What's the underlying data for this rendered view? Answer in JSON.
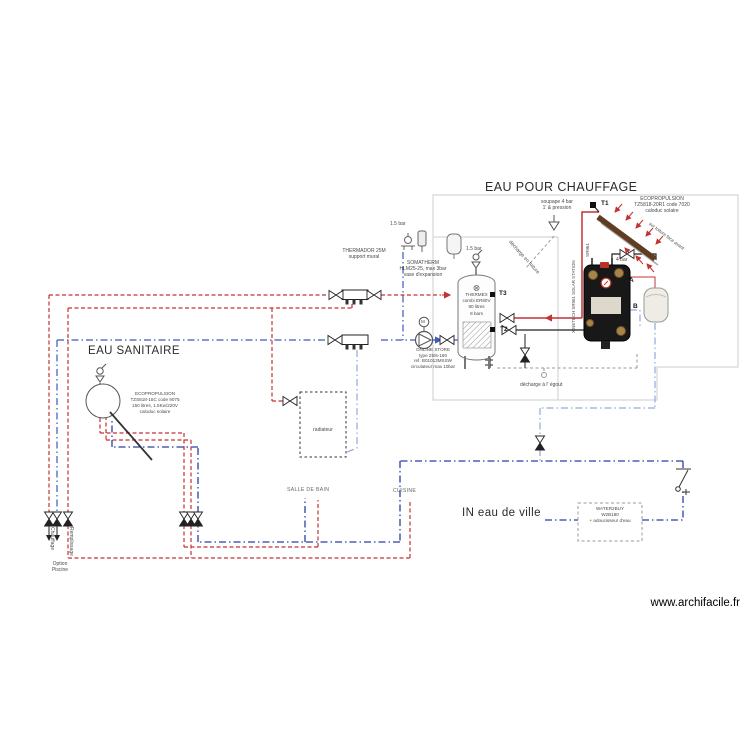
{
  "headings": {
    "heating": "EAU POUR CHAUFFAGE",
    "sanitary": "EAU SANITAIRE",
    "city_in": "IN eau de ville"
  },
  "watermark": "www.archifacile.fr",
  "solar_heating": {
    "collector": {
      "sensor": "T1",
      "name_lines": [
        "ECOPROPULSION",
        "TZ5818-20R1 code 7020",
        "caloduc solaire"
      ],
      "location": "sur toiture face avant"
    },
    "safety_valve": {
      "line1": "soupape 4 bar",
      "line2": "1' & pression",
      "discharge": "décharge en toiture"
    },
    "station": {
      "model": "SR961",
      "label_vertical": "XINETECH SR961 SOLAR STATION",
      "valve_pressure": "4 bar",
      "port_a": "A",
      "port_b": "B"
    }
  },
  "boiler": {
    "safety_pressure": "1.5 bar",
    "model_lines": [
      "THERMEX",
      "combi ER80V",
      "80 litres",
      "8 bars"
    ],
    "sensor_top": "T3",
    "sensor_mid": "T2",
    "drain": "décharge à l' égout"
  },
  "expansion": {
    "pressure": "1.5 bar",
    "support_lines": [
      "THERMADOR 25M",
      "support mural"
    ],
    "vessel_lines": [
      "SOMATHERM",
      "HLM25-25, max 3bar",
      "vase d'expansion"
    ]
  },
  "pump": {
    "motor": "M",
    "lines": [
      "ONLINE STORE",
      "type 25/6-180",
      "ref. B01013MSSW",
      "circulateur max 10bar"
    ]
  },
  "radiator": {
    "label": "radiateur"
  },
  "sanitary_tank": {
    "name_lines": [
      "ECOPROPULSION",
      "TZS818-15C code 9075",
      "150 litres, 1.5Kw/220V",
      "caloduc solaire"
    ]
  },
  "distribution": {
    "valve_heating": "Chauffage",
    "valve_filling": "Remplissage",
    "option_lines": [
      "Option",
      "Piscine"
    ],
    "room_bathroom": "SALLE DE BAIN",
    "room_kitchen": "CUISINE"
  },
  "city_water": {
    "softener_lines": [
      "WATER2BUY",
      "W2B180",
      "+ adoucisseur d'eau"
    ]
  },
  "colors": {
    "pipe_hot": "#c43333",
    "pipe_cold": "#3b5bbf",
    "pipe_cold_light": "#94a8e0",
    "pipe_cold_dark": "#2a3fa8",
    "pipe_drain": "#9a9a9a",
    "frame": "#cccccc",
    "collector": "#5f3d22",
    "text": "#4a4a4a"
  }
}
